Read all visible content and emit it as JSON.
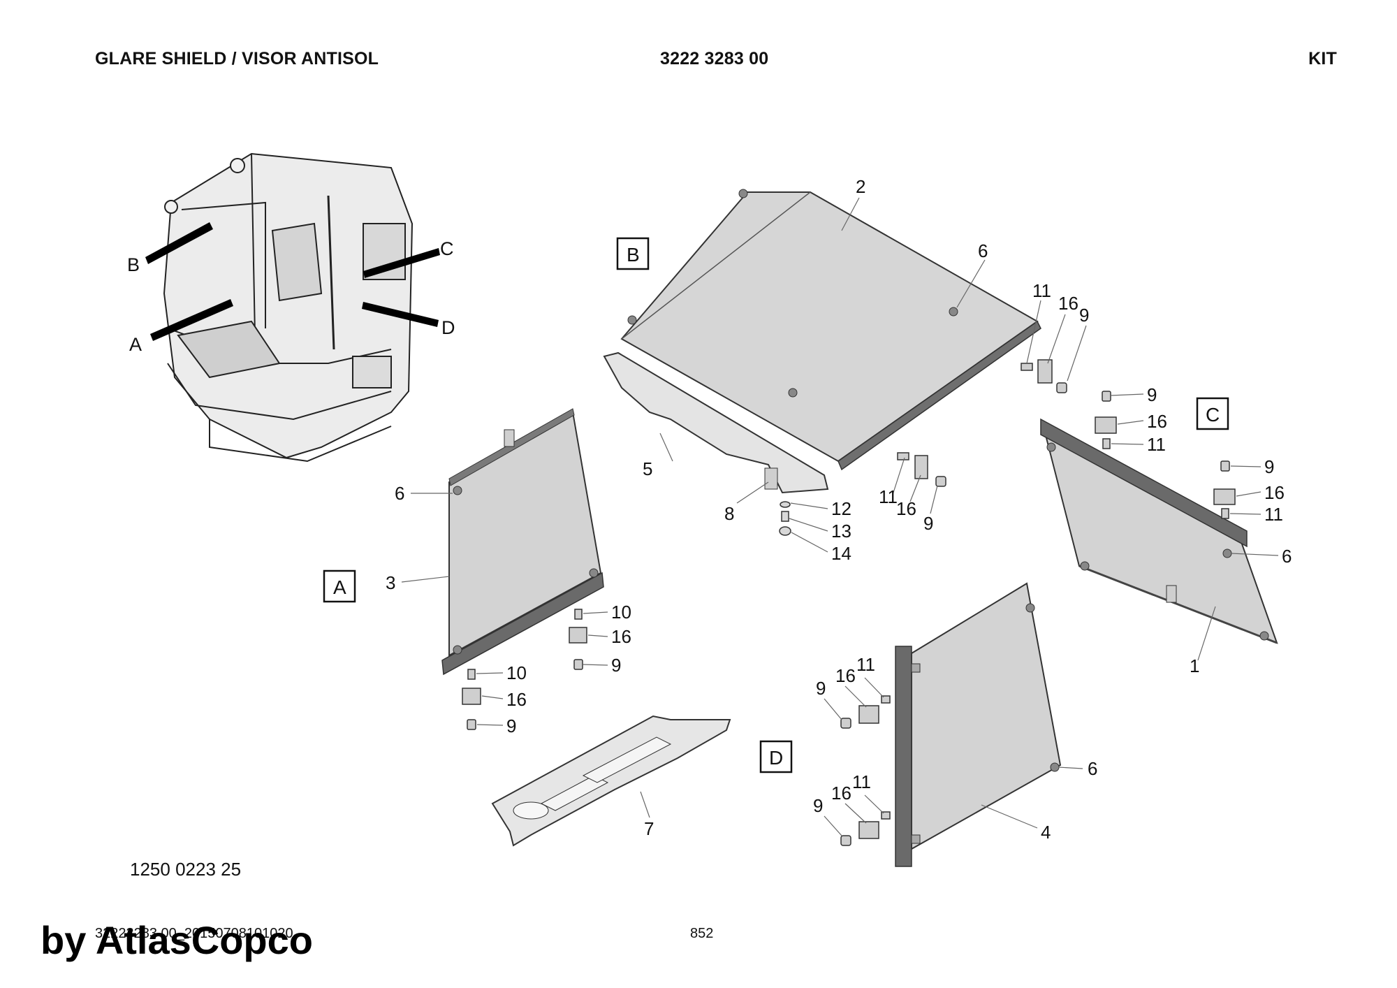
{
  "header": {
    "title": "GLARE SHIELD / VISOR ANTISOL",
    "part_number": "3222 3283 00",
    "type": "KIT"
  },
  "overview_labels": [
    "A",
    "B",
    "C",
    "D"
  ],
  "section_labels": [
    "A",
    "B",
    "C",
    "D"
  ],
  "callouts": {
    "top_panel": [
      "2",
      "6",
      "5",
      "8",
      "12",
      "13",
      "14"
    ],
    "top_right_bracket": [
      "11",
      "16",
      "9"
    ],
    "top_lower_bracket": [
      "11",
      "16",
      "9"
    ],
    "left_panel": [
      "6",
      "3",
      "10",
      "16",
      "9",
      "10",
      "16",
      "9"
    ],
    "right_panel": [
      "9",
      "16",
      "11",
      "9",
      "16",
      "11",
      "6",
      "1"
    ],
    "front_panel": [
      "11",
      "16",
      "9",
      "11",
      "16",
      "9",
      "6",
      "4"
    ],
    "tray": [
      "7"
    ]
  },
  "footer": {
    "illustration_number": "1250 0223 25",
    "document_id": "32223283 00_20150708101020",
    "page_number": "852",
    "watermark": "by AtlasCopco"
  }
}
